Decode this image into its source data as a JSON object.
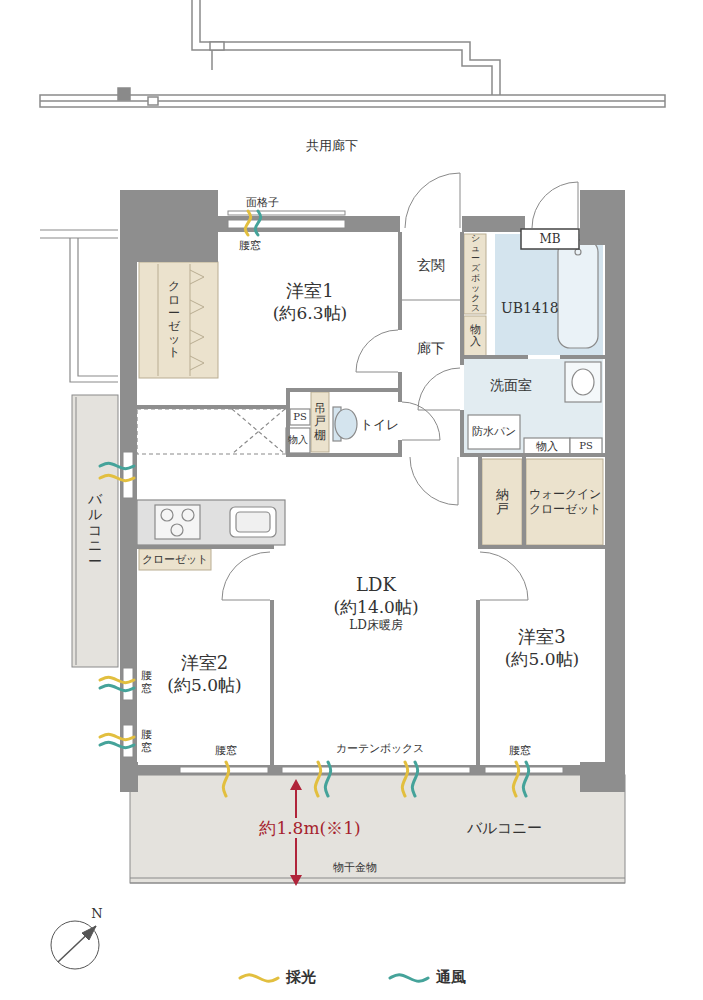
{
  "diagram": {
    "nodes": [
      {
        "text": [
          "洋室1",
          "(約6.3帖)"
        ]
      },
      {
        "text": [
          "クローゼット"
        ]
      },
      {
        "text": [
          "玄関"
        ]
      },
      {
        "text": [
          "シューズボックス"
        ]
      },
      {
        "text": [
          "UB1418"
        ]
      },
      {
        "text": [
          "MB"
        ]
      },
      {
        "text": [
          "物入"
        ]
      },
      {
        "text": [
          "廊下"
        ]
      },
      {
        "text": [
          "洗面室"
        ]
      },
      {
        "text": [
          "防水パン"
        ]
      },
      {
        "text": [
          "物入"
        ]
      },
      {
        "text": [
          "PS"
        ]
      },
      {
        "text": [
          "PS"
        ]
      },
      {
        "text": [
          "物入"
        ]
      },
      {
        "text": [
          "吊戸棚"
        ]
      },
      {
        "text": [
          "トイレ"
        ]
      },
      {
        "text": [
          "納戸"
        ]
      },
      {
        "text": [
          "ウォークイン クローゼット"
        ]
      },
      {
        "text": [
          "バルコニー"
        ]
      },
      {
        "text": [
          "クローゼット"
        ]
      },
      {
        "text": [
          "LDK",
          "(約14.0帖)",
          "LD床暖房"
        ]
      },
      {
        "text": [
          "洋室2",
          "(約5.0帖)"
        ]
      },
      {
        "text": [
          "洋室3",
          "(約5.0帖)"
        ]
      },
      {
        "text": [
          "バルコニー"
        ]
      }
    ],
    "labels": [
      "共用廊下",
      "面格子",
      "腰窓",
      "腰窓",
      "腰窓",
      "腰窓",
      "カーテンボックス",
      "腰窓",
      "約1.8m(※1)",
      "物干金物",
      "N"
    ],
    "legend": [
      {
        "text": "採光",
        "color": "#e2bf3f"
      },
      {
        "text": "通風",
        "color": "#45a39a"
      }
    ]
  }
}
